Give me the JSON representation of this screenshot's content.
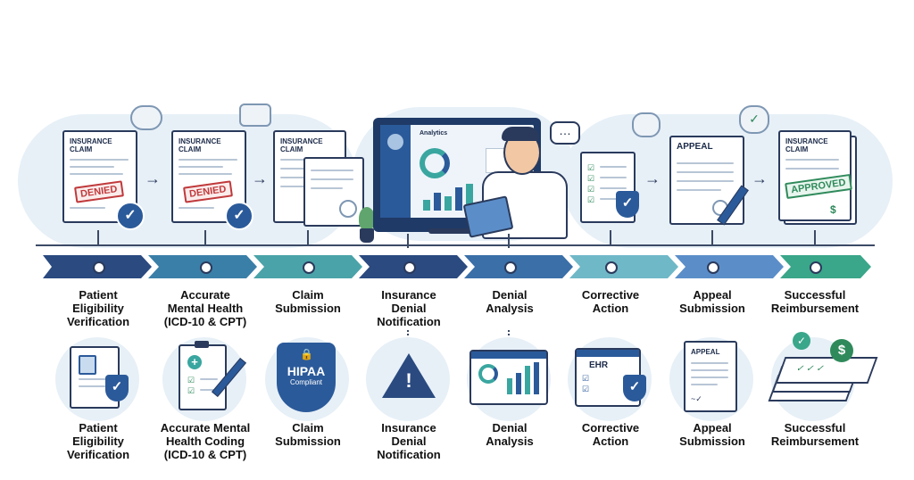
{
  "top_row": {
    "doc1": {
      "title": "INSURANCE\nCLAIM",
      "stamp": "DENIED"
    },
    "doc2": {
      "title": "INSURANCE\nCLAIM",
      "stamp": "DENIED"
    },
    "doc3": {
      "title": "INSURANCE\nCLAIM"
    },
    "screen": {
      "title": "Analytics"
    },
    "appeal": {
      "title": "APPEAL"
    },
    "approved_doc": {
      "title": "INSURANCE\nCLAIM",
      "stamp": "APPROVED"
    }
  },
  "steps": [
    {
      "label": "Patient\nEligibility\nVerification"
    },
    {
      "label": "Accurate\nMental Health\n(ICD-10 & CPT)"
    },
    {
      "label": "Claim\nSubmission"
    },
    {
      "label": "Insurance\nDenial\nNotification"
    },
    {
      "label": "Denial\nAnalysis"
    },
    {
      "label": "Corrective\nAction"
    },
    {
      "label": "Appeal\nSubmission"
    },
    {
      "label": "Successful\nReimbursement"
    }
  ],
  "bottom_labels": [
    {
      "label": "Patient\nEligibility\nVerification"
    },
    {
      "label": "Accurate Mental\nHealth Coding\n(ICD-10 & CPT)"
    },
    {
      "label": "Claim\nSubmission"
    },
    {
      "label": "Insurance\nDenial\nNotification"
    },
    {
      "label": "Denial\nAnalysis"
    },
    {
      "label": "Corrective\nAction"
    },
    {
      "label": "Appeal\nSubmission"
    },
    {
      "label": "Successful\nReimbursement"
    }
  ],
  "icons": {
    "hipaa": {
      "title": "HIPAA",
      "sub": "Compliant"
    },
    "ehr": {
      "title": "EHR"
    },
    "appeal_doc": {
      "title": "APPEAL"
    },
    "dollar": "$",
    "alert": "!"
  },
  "colors": {
    "navy": "#2b5a9a",
    "teal": "#3aa6a0",
    "light_blue": "#e7f0f7",
    "denied_red": "#c0393b",
    "approved_green": "#2f8a5b"
  }
}
